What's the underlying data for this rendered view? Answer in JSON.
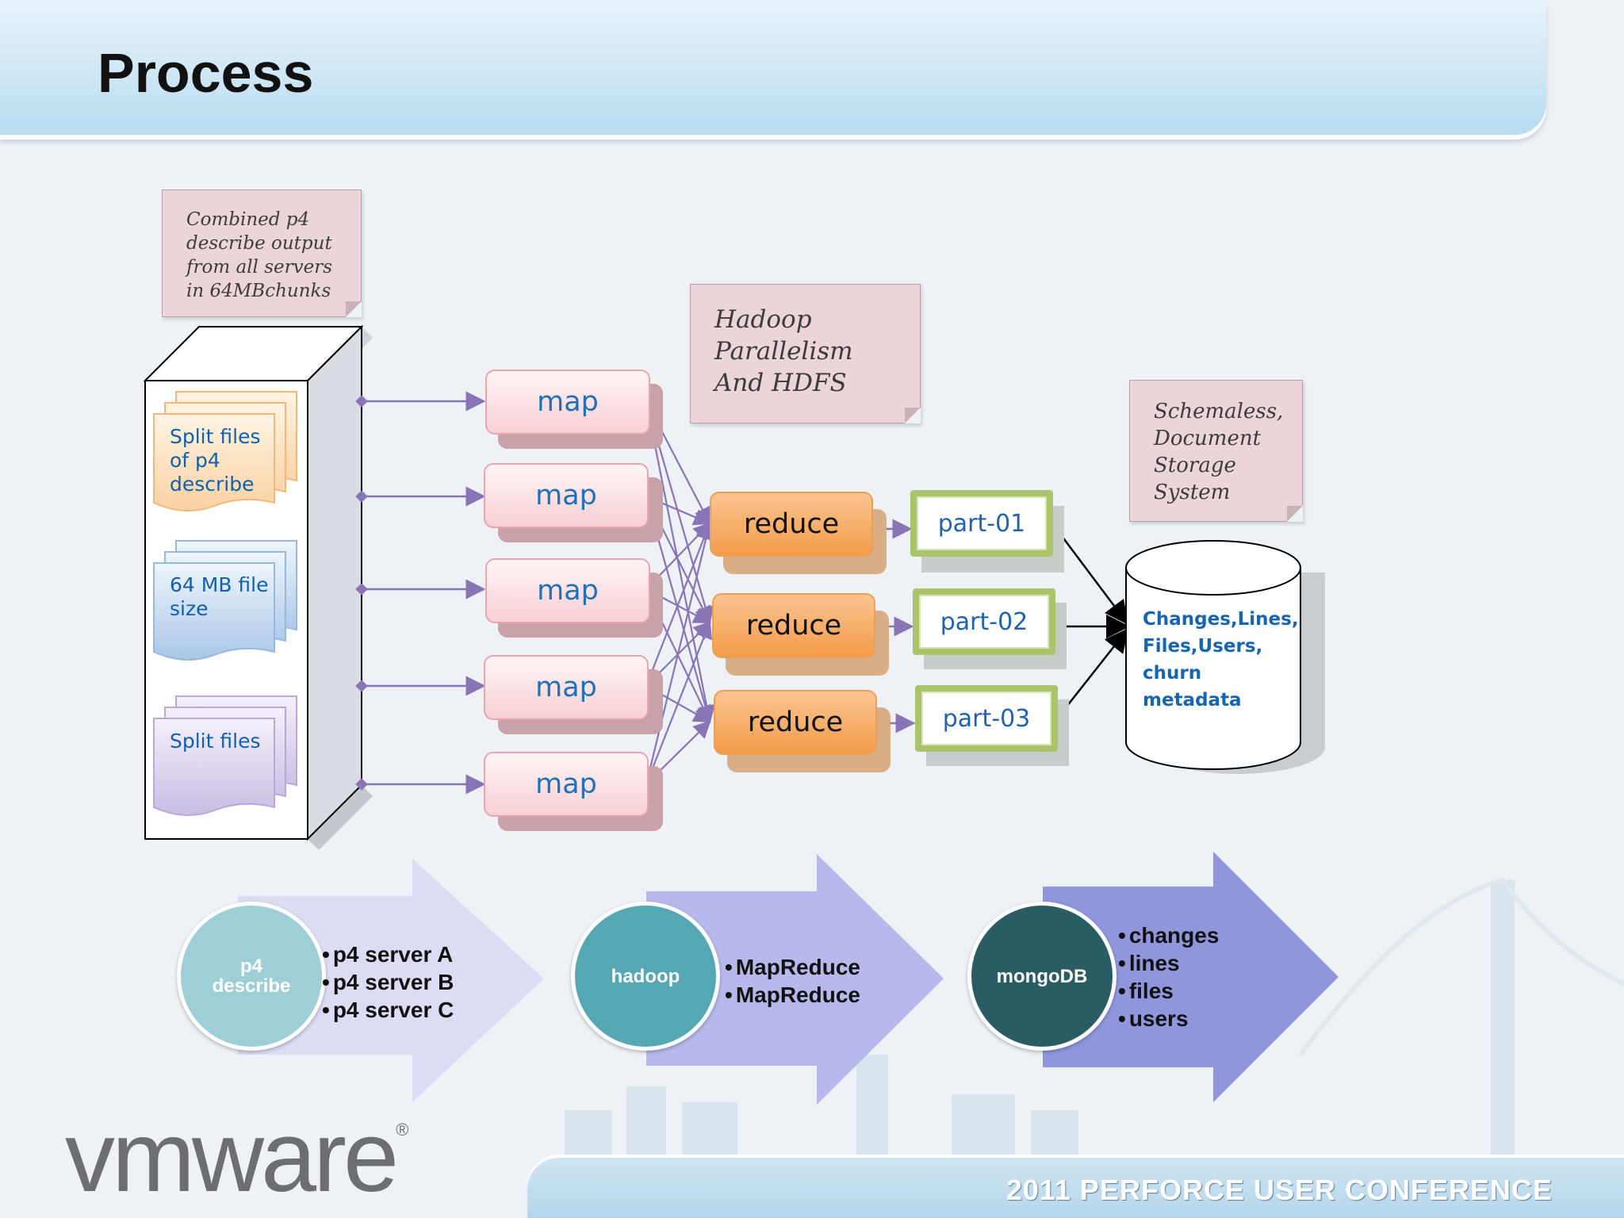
{
  "slide": {
    "title": "Process"
  },
  "notes": {
    "combined": "Combined p4\ndescribe output\nfrom all servers\nin 64MBchunks",
    "hadoop": "Hadoop\nParallelism\nAnd HDFS",
    "mongo": "Schemaless,\nDocument\nStorage\nSystem"
  },
  "pages": {
    "split_p4": "Split files\nof p4\ndescribe",
    "size": "64 MB file\nsize",
    "split": "Split files"
  },
  "maps": [
    "map",
    "map",
    "map",
    "map",
    "map"
  ],
  "reduces": [
    "reduce",
    "reduce",
    "reduce"
  ],
  "parts": [
    "part-01",
    "part-02",
    "part-03"
  ],
  "database": {
    "label": "Changes,Lines,\nFiles,Users,\nchurn\nmetadata"
  },
  "steps": [
    {
      "circle": "p4\ndescribe",
      "items": [
        "p4 server A",
        "p4 server B",
        "p4 server C"
      ]
    },
    {
      "circle": "hadoop",
      "items": [
        "MapReduce",
        "MapReduce"
      ]
    },
    {
      "circle": "mongoDB",
      "items": [
        "changes",
        "lines",
        "files",
        "users"
      ]
    }
  ],
  "colors": {
    "step1_circle": "#9fcfd6",
    "step2_circle": "#55a8b3",
    "step3_circle": "#2a5d63",
    "step1_arrow": "#dcdcf4",
    "step2_arrow": "#b7b9ec",
    "step3_arrow": "#8f96dc",
    "connector": "#8a74b8"
  },
  "footer": {
    "logo": "vmware",
    "conference": "2011 PERFORCE USER CONFERENCE"
  }
}
